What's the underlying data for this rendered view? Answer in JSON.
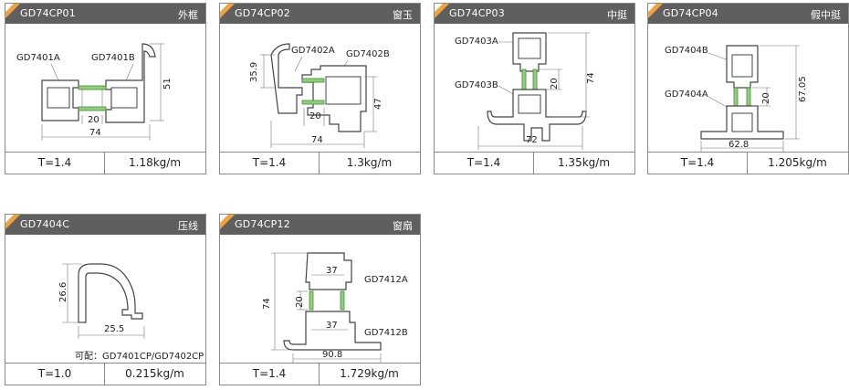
{
  "cards": [
    {
      "code": "GD74CP01",
      "name": "外框",
      "thickness": "T=1.4",
      "weight": "1.18kg/m",
      "parts": [
        "GD7401A",
        "GD7401B"
      ],
      "dims": [
        "51",
        "20",
        "74"
      ]
    },
    {
      "code": "GD74CP02",
      "name": "窗玉",
      "thickness": "T=1.4",
      "weight": "1.3kg/m",
      "parts": [
        "GD7402A",
        "GD7402B"
      ],
      "dims": [
        "35.9",
        "47",
        "20",
        "74"
      ]
    },
    {
      "code": "GD74CP03",
      "name": "中挺",
      "thickness": "T=1.4",
      "weight": "1.35kg/m",
      "parts": [
        "GD7403A",
        "GD7403B"
      ],
      "dims": [
        "20",
        "74",
        "72"
      ]
    },
    {
      "code": "GD74CP04",
      "name": "假中挺",
      "thickness": "T=1.4",
      "weight": "1.205kg/m",
      "parts": [
        "GD7404B",
        "GD7404A"
      ],
      "dims": [
        "20",
        "67.05",
        "62.8"
      ]
    },
    {
      "code": "GD7404C",
      "name": "压线",
      "thickness": "T=1.0",
      "weight": "0.215kg/m",
      "parts": [],
      "dims": [
        "26.6",
        "25.5"
      ],
      "note": "可配：GD7401CP/GD7402CP"
    },
    {
      "code": "GD74CP12",
      "name": "窗扇",
      "thickness": "T=1.4",
      "weight": "1.729kg/m",
      "parts": [
        "GD7412A",
        "GD7412B"
      ],
      "dims": [
        "37",
        "20",
        "74",
        "37",
        "90.8"
      ]
    }
  ],
  "colors": {
    "header": "#5f5f5f",
    "accent": "#f2a23a",
    "thermal_break": "#8fd07a"
  }
}
